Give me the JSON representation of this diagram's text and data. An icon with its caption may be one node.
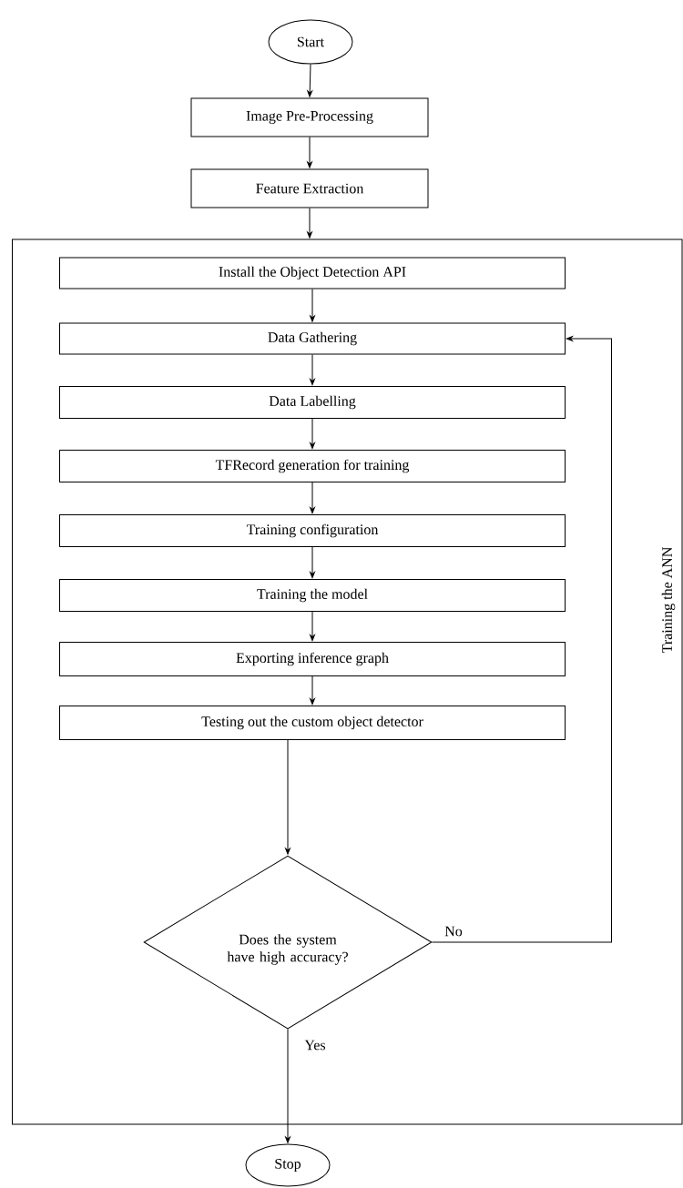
{
  "diagram": {
    "nodes": [
      {
        "text": [
          "Start"
        ]
      },
      {
        "text": [
          "Image Pre-Processing"
        ]
      },
      {
        "text": [
          "Feature Extraction"
        ]
      },
      {
        "text": [
          "Training the ANN"
        ]
      },
      {
        "text": [
          "Install the Object Detection API"
        ],
        "in": 3
      },
      {
        "text": [
          "Data Gathering"
        ],
        "in": 3
      },
      {
        "text": [
          "Data Labelling"
        ],
        "in": 3
      },
      {
        "text": [
          "TFRecord generation for training"
        ],
        "in": 3
      },
      {
        "text": [
          "Training configuration"
        ],
        "in": 3
      },
      {
        "text": [
          "Training the model"
        ],
        "in": 3
      },
      {
        "text": [
          "Exporting inference graph"
        ],
        "in": 3
      },
      {
        "text": [
          "Testing out the custom object detector"
        ],
        "in": 3
      },
      {
        "text": [
          "Does the system have high accuracy?"
        ],
        "in": 3
      },
      {
        "text": [
          "Stop"
        ]
      }
    ],
    "edges": [
      {
        "from": 0,
        "to": 1,
        "arrow": "to"
      },
      {
        "from": 1,
        "to": 2,
        "arrow": "to"
      },
      {
        "from": 2,
        "to": 3,
        "arrow": "to"
      },
      {
        "from": 4,
        "to": 5,
        "arrow": "to"
      },
      {
        "from": 5,
        "to": 6,
        "arrow": "to"
      },
      {
        "from": 6,
        "to": 7,
        "arrow": "to"
      },
      {
        "from": 7,
        "to": 8,
        "arrow": "to"
      },
      {
        "from": 8,
        "to": 9,
        "arrow": "to"
      },
      {
        "from": 9,
        "to": 10,
        "arrow": "to"
      },
      {
        "from": 10,
        "to": 11,
        "arrow": "to"
      },
      {
        "from": 11,
        "to": 12,
        "arrow": "to"
      },
      {
        "from": 12,
        "to": 5,
        "arrow": "to",
        "label": "No"
      },
      {
        "from": 12,
        "to": 13,
        "arrow": "to",
        "label": "Yes"
      }
    ]
  }
}
